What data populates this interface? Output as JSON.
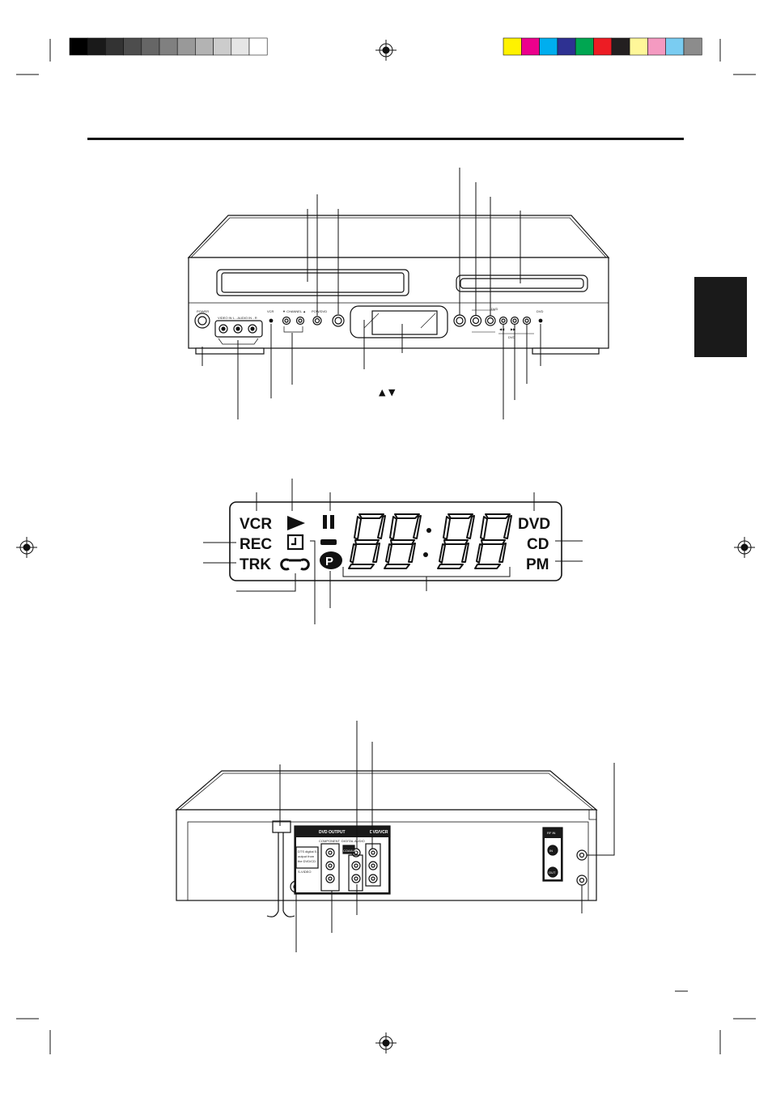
{
  "colors": {
    "gray_bar": [
      "#000000",
      "#1a1a1a",
      "#333333",
      "#4d4d4d",
      "#666666",
      "#808080",
      "#999999",
      "#b3b3b3",
      "#cccccc",
      "#e6e6e6",
      "#ffffff"
    ],
    "color_bar": [
      "#fff200",
      "#ec008c",
      "#00aeef",
      "#2e3192",
      "#00a651",
      "#ed1c24",
      "#231f20",
      "#fff799",
      "#f49ac1",
      "#7accf1",
      "#8c8c8c"
    ],
    "ink": "#111111",
    "tab": "#1a1a1a"
  },
  "front_panel": {
    "power": "POWER",
    "video_in": "VIDEO IN",
    "audio_in": "L - AUDIO IN - R",
    "vcr": "VCR",
    "channel": "▼ CHANNEL ▲",
    "pow_vcr": "POW/DVD",
    "dvd_small": "DVD",
    "dvd_led": "DVD",
    "skip_left": "◀◀",
    "skip_right": "▶▶",
    "dvd_row": "DVD"
  },
  "arrows_label": "▲ ▼",
  "lcd": {
    "vcr": "VCR",
    "rec": "REC",
    "trk": "TRK",
    "dvd": "DVD",
    "cd": "CD",
    "pm": "PM",
    "p": "P"
  },
  "rear_panel": {
    "dvd_output": "DVD OUTPUT",
    "dvd_vcr": "DVD/VCR",
    "component": "COMPONENT",
    "digital_audio": "DIGITAL AUDIO",
    "coaxial": "COAXIAL",
    "rf": "RF IN",
    "ant_in": "IN",
    "ant_out": "OUT",
    "note_lines": [
      "DTS digital 5.1",
      "output from",
      "the DVD/CD",
      "S-VIDEO"
    ]
  }
}
